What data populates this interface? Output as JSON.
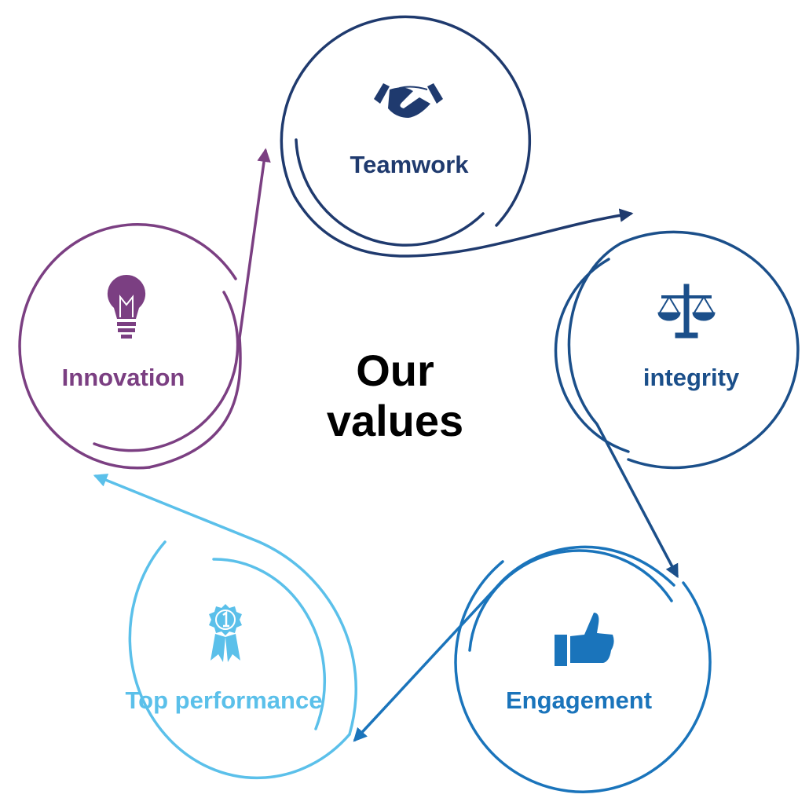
{
  "title": {
    "line1": "Our",
    "line2": "values"
  },
  "values": [
    {
      "label": "Teamwork",
      "icon": "handshake-icon",
      "color": "#1f3a6e"
    },
    {
      "label": "integrity",
      "icon": "scales-icon",
      "color": "#1b4f8a"
    },
    {
      "label": "Engagement",
      "icon": "thumbs-up-icon",
      "color": "#1a74bb"
    },
    {
      "label": "Top performance",
      "icon": "award-ribbon-icon",
      "color": "#5bc0ea"
    },
    {
      "label": "Innovation",
      "icon": "lightbulb-icon",
      "color": "#7b3f82"
    }
  ]
}
